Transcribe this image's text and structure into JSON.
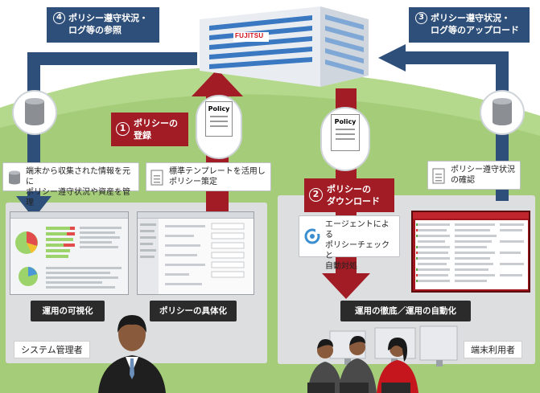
{
  "labels": {
    "step4": {
      "num": "4",
      "line1": "ポリシー遵守状況・",
      "line2": "ログ等の参照"
    },
    "step3": {
      "num": "3",
      "line1": "ポリシー遵守状況・",
      "line2": "ログ等のアップロード"
    },
    "step1": {
      "num": "1",
      "line1": "ポリシーの",
      "line2": "登録"
    },
    "step2": {
      "num": "2",
      "line1": "ポリシーの",
      "line2": "ダウンロード"
    }
  },
  "building_logo": "FUJITSU",
  "policy_doc_text": "Policy",
  "info_boxes": {
    "collect_line1": "端末から収集された情報を元に",
    "collect_line2": "ポリシー遵守状況や資産を管理",
    "template_line1": "標準テンプレートを活用し",
    "template_line2": "ポリシー策定",
    "agent_line1": "エージェントによる",
    "agent_line2": "ポリシーチェックと",
    "agent_line3": "自動対処",
    "confirm_line1": "ポリシー遵守状況",
    "confirm_line2": "の確認"
  },
  "captions": {
    "visualization": "運用の可視化",
    "concretization": "ポリシーの具体化",
    "automation": "運用の徹底／運用の自動化"
  },
  "roles": {
    "admin": "システム管理者",
    "terminal_user": "端末利用者"
  },
  "colors": {
    "navy": "#2e4f79",
    "red": "#a11c25",
    "grass": "#a9cf7c",
    "panel": "#dcdedf"
  }
}
